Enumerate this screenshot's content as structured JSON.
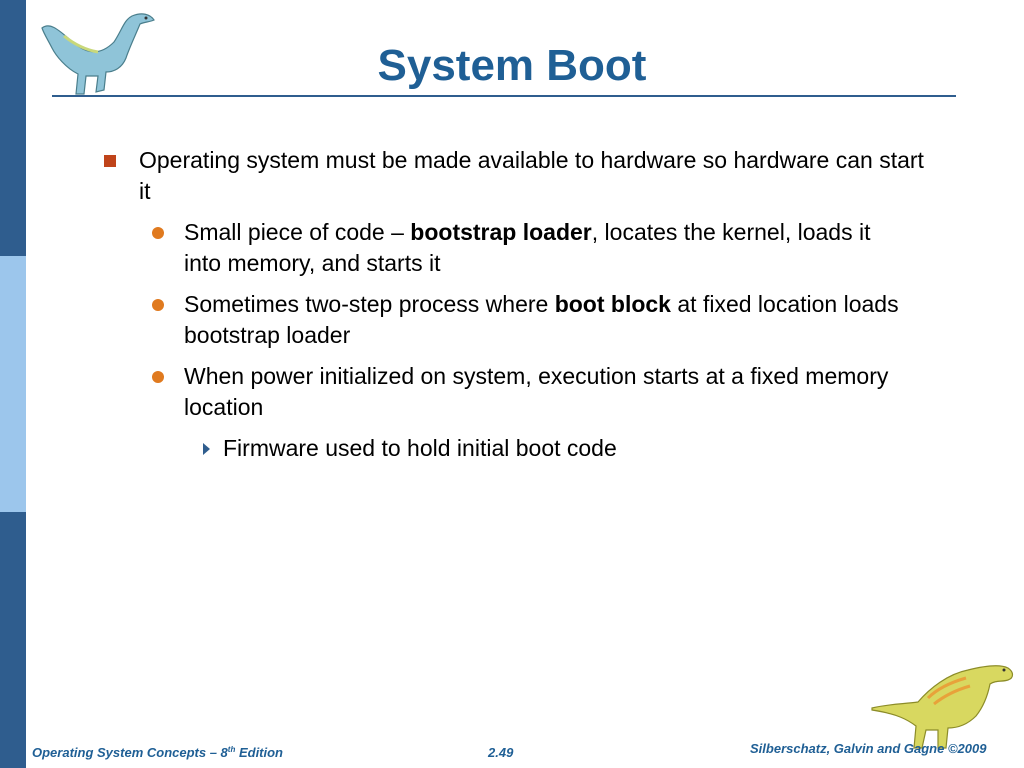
{
  "slide": {
    "title": "System Boot",
    "bullets": [
      {
        "text": "Operating system must be made available to hardware so hardware can start it"
      },
      {
        "pre": "Small piece of code – ",
        "bold": "bootstrap loader",
        "post": ", locates the kernel, loads it into memory, and starts it"
      },
      {
        "pre": "Sometimes two-step process where ",
        "bold": "boot block",
        "post": " at fixed location loads bootstrap loader"
      },
      {
        "text": "When power initialized on system, execution starts at a fixed memory location"
      },
      {
        "text": "Firmware used to hold initial boot code"
      }
    ]
  },
  "footer": {
    "left_pre": "Operating System Concepts – 8",
    "left_sup": "th",
    "left_post": " Edition",
    "page": "2.49",
    "right": "Silberschatz, Galvin and Gagne ©2009"
  },
  "colors": {
    "title": "#1f5f95",
    "sidebar_dark": "#2f5d8e",
    "sidebar_light": "#9cc6ec",
    "bullet_square": "#c0441a",
    "bullet_dot": "#e07a1f"
  },
  "icons": [
    "dinosaur-logo-top",
    "dinosaur-logo-bottom"
  ]
}
